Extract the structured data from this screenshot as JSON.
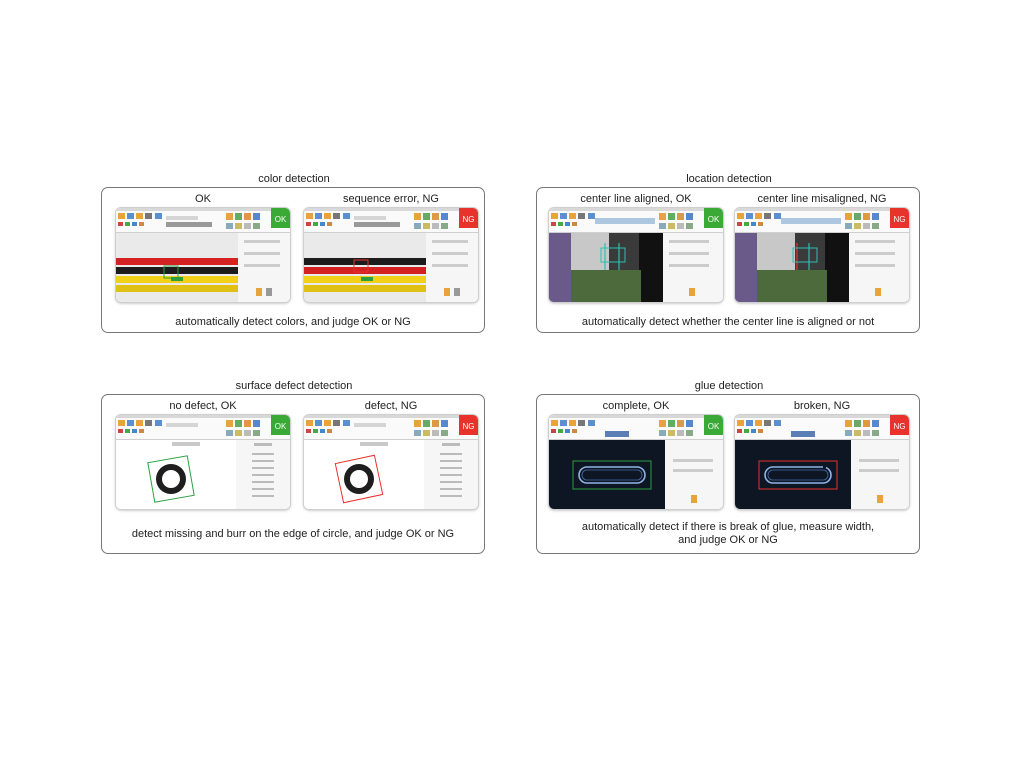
{
  "sections": [
    {
      "title": "color detection",
      "caption": "automatically detect colors, and judge OK or NG",
      "panels": [
        {
          "label": "OK",
          "status": "OK",
          "status_color": "#3aa935"
        },
        {
          "label": "sequence error, NG",
          "status": "NG",
          "status_color": "#e8322c"
        }
      ]
    },
    {
      "title": "location detection",
      "caption": "automatically detect whether the center line is aligned or not",
      "panels": [
        {
          "label": "center line aligned, OK",
          "status": "OK",
          "status_color": "#3aa935"
        },
        {
          "label": "center line misaligned, NG",
          "status": "NG",
          "status_color": "#e8322c"
        }
      ]
    },
    {
      "title": "surface defect detection",
      "caption": "detect missing and burr on the edge of circle, and judge OK or NG",
      "panels": [
        {
          "label": "no defect, OK",
          "status": "OK",
          "status_color": "#3aa935"
        },
        {
          "label": "defect, NG",
          "status": "NG",
          "status_color": "#e8322c"
        }
      ]
    },
    {
      "title": "glue detection",
      "caption_line1": "automatically detect if there is break of glue, measure width,",
      "caption_line2": "and judge OK or NG",
      "panels": [
        {
          "label": "complete, OK",
          "status": "OK",
          "status_color": "#3aa935"
        },
        {
          "label": "broken, NG",
          "status": "NG",
          "status_color": "#e8322c"
        }
      ]
    }
  ]
}
